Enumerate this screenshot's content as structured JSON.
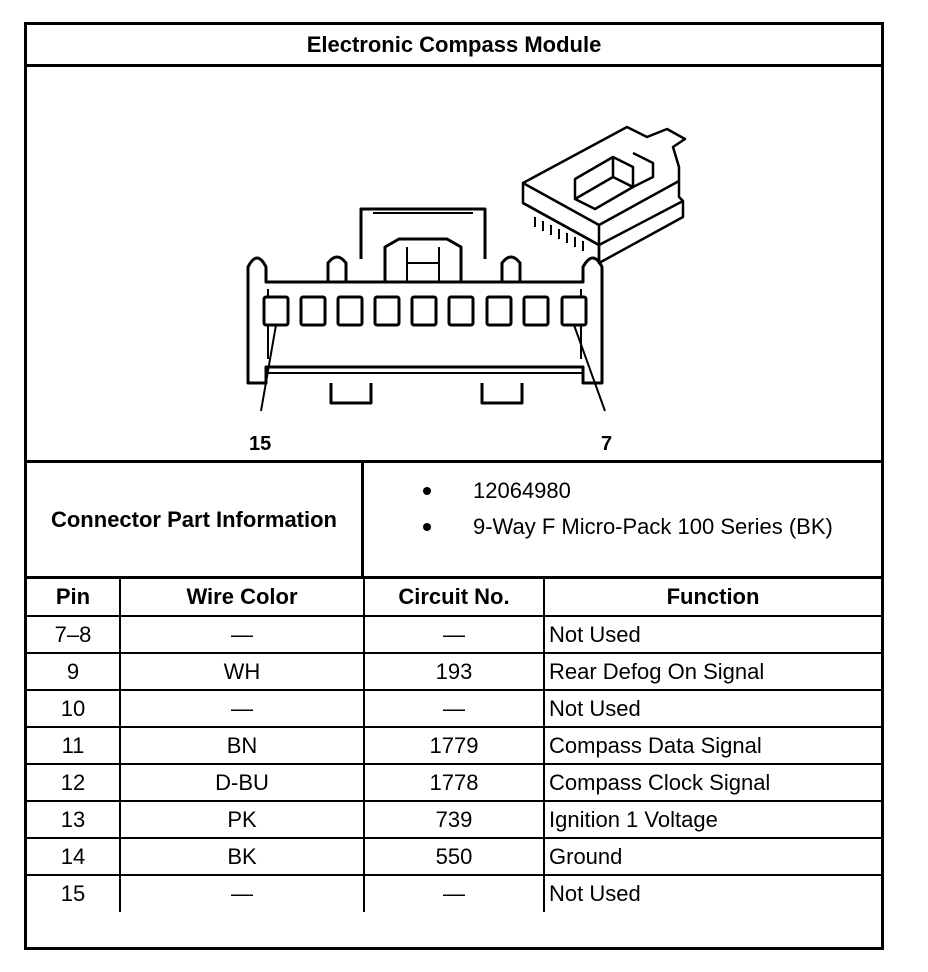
{
  "title": "Electronic Compass Module",
  "figure": {
    "pin_label_left": "15",
    "pin_label_right": "7"
  },
  "connector_part_info": {
    "label": "Connector Part Information",
    "items": [
      "12064980",
      "9-Way F Micro-Pack 100 Series (BK)"
    ]
  },
  "table": {
    "headers": [
      "Pin",
      "Wire Color",
      "Circuit No.",
      "Function"
    ],
    "rows": [
      [
        "7–8",
        "—",
        "—",
        "Not Used"
      ],
      [
        "9",
        "WH",
        "193",
        "Rear Defog On Signal"
      ],
      [
        "10",
        "—",
        "—",
        "Not Used"
      ],
      [
        "11",
        "BN",
        "1779",
        "Compass Data Signal"
      ],
      [
        "12",
        "D-BU",
        "1778",
        "Compass Clock Signal"
      ],
      [
        "13",
        "PK",
        "739",
        "Ignition 1 Voltage"
      ],
      [
        "14",
        "BK",
        "550",
        "Ground"
      ],
      [
        "15",
        "—",
        "—",
        "Not Used"
      ]
    ]
  }
}
